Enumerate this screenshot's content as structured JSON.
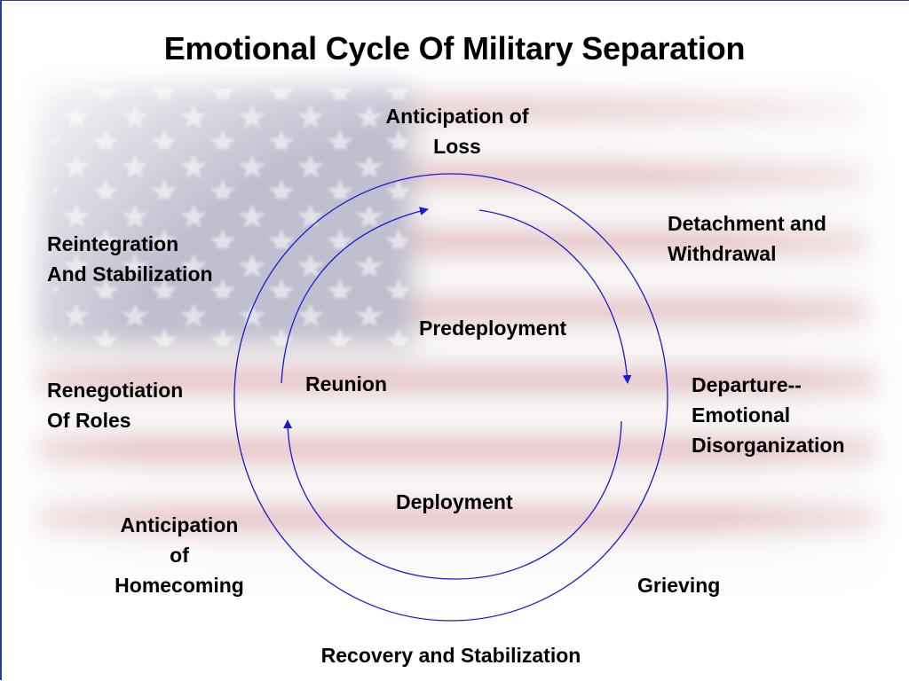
{
  "slide": {
    "title": "Emotional Cycle Of Military Separation"
  },
  "stages": {
    "anticipation_of_loss": [
      "Anticipation of",
      "Loss"
    ],
    "detachment_and_withdrawal": [
      "Detachment and",
      "Withdrawal"
    ],
    "departure": [
      "Departure--",
      "Emotional",
      "Disorganization"
    ],
    "grieving": [
      "Grieving"
    ],
    "recovery_and_stabilization": [
      "Recovery and Stabilization"
    ],
    "anticipation_of_homecoming": [
      "Anticipation",
      "of",
      "Homecoming"
    ],
    "renegotiation_of_roles": [
      "Renegotiation",
      "Of Roles"
    ],
    "reintegration_and_stabilization": [
      "Reintegration",
      "And Stabilization"
    ]
  },
  "phases": {
    "predeployment": "Predeployment",
    "reunion": "Reunion",
    "deployment": "Deployment"
  },
  "colors": {
    "cycle_lines": "#1a1ad6",
    "text": "#000000",
    "flag_red": "#b22234",
    "flag_blue": "#3c3b6e",
    "frame": "#2a3f8f"
  }
}
